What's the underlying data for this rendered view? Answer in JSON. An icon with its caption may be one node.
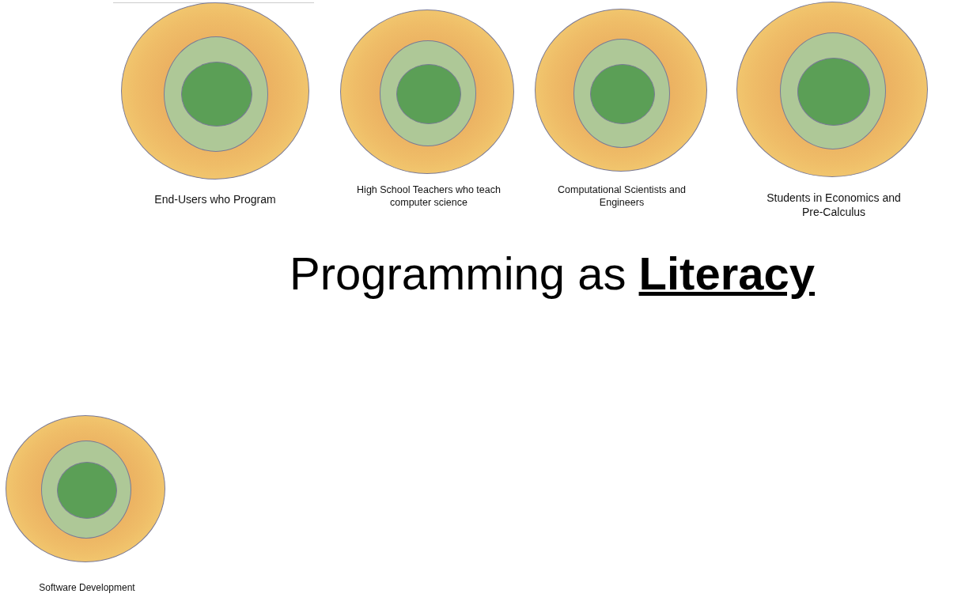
{
  "diagram": {
    "title": "Programming as **Literacy**",
    "nodes": [
      {
        "text": [],
        "shape": "circle",
        "beside": [
          "End-Users who Program"
        ]
      },
      {
        "text": [],
        "shape": "circle",
        "in": 0
      },
      {
        "text": [],
        "shape": "circle",
        "in": 1
      },
      {
        "text": [],
        "shape": "circle",
        "beside": [
          "High School Teachers who teach computer science"
        ]
      },
      {
        "text": [],
        "shape": "circle",
        "in": 3
      },
      {
        "text": [],
        "shape": "circle",
        "in": 4
      },
      {
        "text": [],
        "shape": "circle",
        "beside": [
          "Computational Scientists and Engineers"
        ]
      },
      {
        "text": [],
        "shape": "circle",
        "in": 6
      },
      {
        "text": [],
        "shape": "circle",
        "in": 7
      },
      {
        "text": [],
        "shape": "circle",
        "beside": [
          "Students in Economics and Pre-Calculus"
        ]
      },
      {
        "text": [],
        "shape": "circle",
        "in": 9
      },
      {
        "text": [],
        "shape": "circle",
        "in": 10
      },
      {
        "text": [],
        "shape": "circle",
        "beside": [
          "Software Development"
        ]
      },
      {
        "text": [],
        "shape": "circle",
        "in": 12
      },
      {
        "text": [],
        "shape": "circle",
        "in": 13
      }
    ]
  }
}
